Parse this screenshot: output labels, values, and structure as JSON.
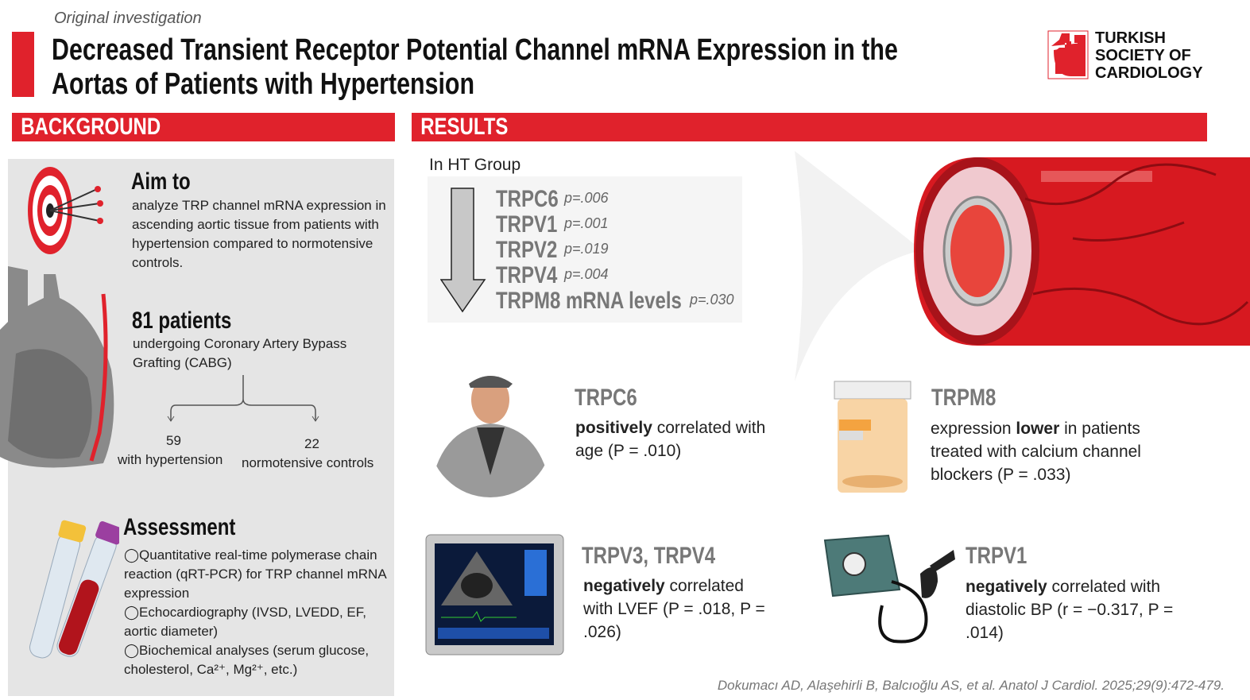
{
  "header": {
    "kicker": "Original investigation",
    "title_line1": "Decreased Transient Receptor Potential Channel mRNA Expression in the",
    "title_line2": "Aortas of Patients with Hypertension",
    "logo": [
      "TURKISH",
      "SOCIETY OF",
      "CARDIOLOGY"
    ]
  },
  "background": {
    "label": "BACKGROUND",
    "aim": {
      "heading": "Aim to",
      "text": "analyze TRP channel mRNA expression in ascending aortic tissue from patients with hypertension compared to normotensive controls."
    },
    "patients": {
      "heading": "81 patients",
      "text": "undergoing Coronary Artery Bypass Grafting (CABG)",
      "group1_n": "59",
      "group1_label": "with hypertension",
      "group2_n": "22",
      "group2_label": "normotensive controls"
    },
    "assessment": {
      "heading": "Assessment",
      "items": [
        "◯Quantitative real-time polymerase chain reaction (qRT-PCR) for TRP channel mRNA expression",
        "◯Echocardiography (IVSD, LVEDD, EF, aortic diameter)",
        "◯Biochemical analyses (serum glucose, cholesterol, Ca²⁺, Mg²⁺, etc.)"
      ]
    }
  },
  "results": {
    "label": "RESULTS",
    "group_label": "In HT Group",
    "decreased": [
      {
        "gene": "TRPC6",
        "p": "p=.006"
      },
      {
        "gene": "TRPV1",
        "p": "p=.001"
      },
      {
        "gene": "TRPV2",
        "p": "p=.019"
      },
      {
        "gene": "TRPV4",
        "p": "p=.004"
      },
      {
        "gene": "TRPM8 mRNA levels",
        "p": "p=.030"
      }
    ],
    "findings": [
      {
        "gene": "TRPC6",
        "bold": "positively",
        "text": " correlated with age (P = .010)"
      },
      {
        "gene": "TRPM8",
        "pre": "expression ",
        "bold": "lower",
        "text": " in patients treated with calcium channel blockers (P = .033)"
      },
      {
        "gene": "TRPV3, TRPV4",
        "bold": "negatively",
        "text": " correlated with LVEF (P = .018, P = .026)"
      },
      {
        "gene": "TRPV1",
        "bold": "negatively",
        "text": " correlated with diastolic BP (r = −0.317, P = .014)"
      }
    ]
  },
  "citation": "Dokumacı AD, Alaşehirli B, Balcıoğlu AS, et al.  Anatol J Cardiol. 2025;29(9):472-479.",
  "colors": {
    "accent": "#e0222c",
    "panel": "#e5e5e5"
  }
}
